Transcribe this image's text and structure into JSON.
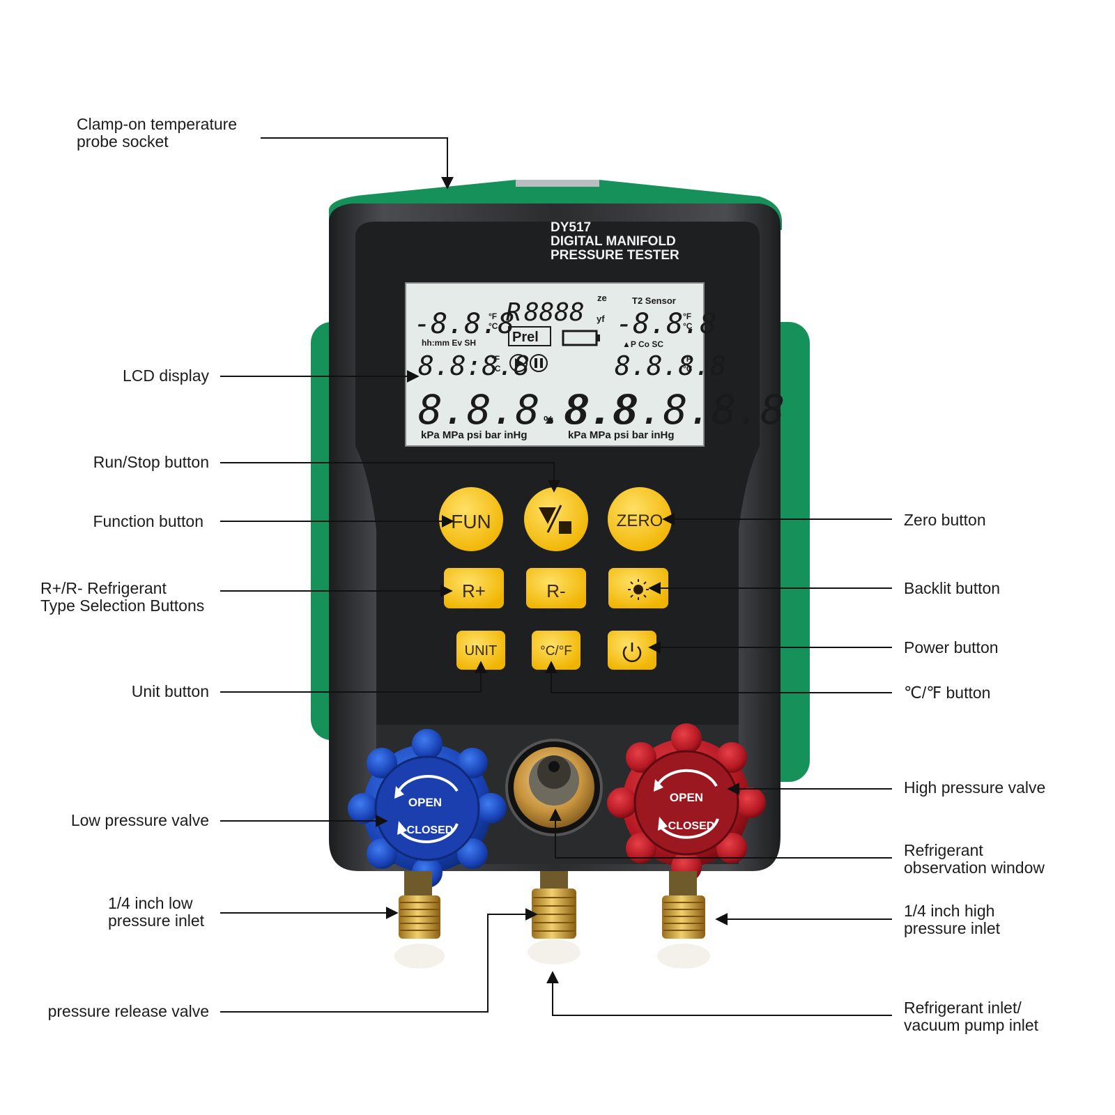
{
  "device": {
    "model": "DY517",
    "title_line1": "DIGITAL MANIFOLD",
    "title_line2": "PRESSURE TESTER",
    "colors": {
      "body": "#2b2d2f",
      "bumper": "#16915a",
      "button": "#f6c31a",
      "lcd": "#e4ebe8"
    }
  },
  "lcd": {
    "left_temp": "-8.8.8",
    "refrigerant_prefix": "R",
    "refrigerant_digits": "8888",
    "ze": "ze",
    "yf": "yf",
    "t2_sensor": "T2 Sensor",
    "right_temp": "-8.8.8",
    "unit_f": "°F",
    "unit_c": "°C",
    "prel": "Prel",
    "left_small_labels": "hh:mm Ev SH",
    "right_small_labels": "▲P  Co SC",
    "left_mid": "8.8:8.8",
    "right_mid": "8.8.8.8",
    "left_big": "8.8.8.8.8",
    "percent": "%",
    "right_big": "8.8.8.8.8",
    "pressure_units": "kPa MPa psi bar inHg"
  },
  "buttons": {
    "fun": "FUN",
    "zero": "ZERO",
    "r_plus": "R+",
    "r_minus": "R-",
    "unit": "UNIT",
    "c_f": "°C/°F"
  },
  "knobs": {
    "open": "OPEN",
    "closed": "CLOSED",
    "low_color": "#1f4fd0",
    "high_color": "#c0202a"
  },
  "callouts": {
    "probe_socket": "Clamp-on temperature\nprobe socket",
    "lcd_display": "LCD display",
    "run_stop": "Run/Stop button",
    "function": "Function button",
    "refrigerant_type": "R+/R- Refrigerant\nType Selection Buttons",
    "unit": "Unit button",
    "low_valve": "Low pressure valve",
    "low_inlet": "1/4 inch low\npressure inlet",
    "release_valve": "pressure release valve",
    "zero": "Zero button",
    "backlit": "Backlit button",
    "power": "Power button",
    "cf": "℃/℉ button",
    "high_valve": "High pressure valve",
    "observation": "Refrigerant\nobservation window",
    "high_inlet": "1/4 inch high\npressure inlet",
    "vacuum_inlet": "Refrigerant inlet/\nvacuum pump inlet"
  }
}
